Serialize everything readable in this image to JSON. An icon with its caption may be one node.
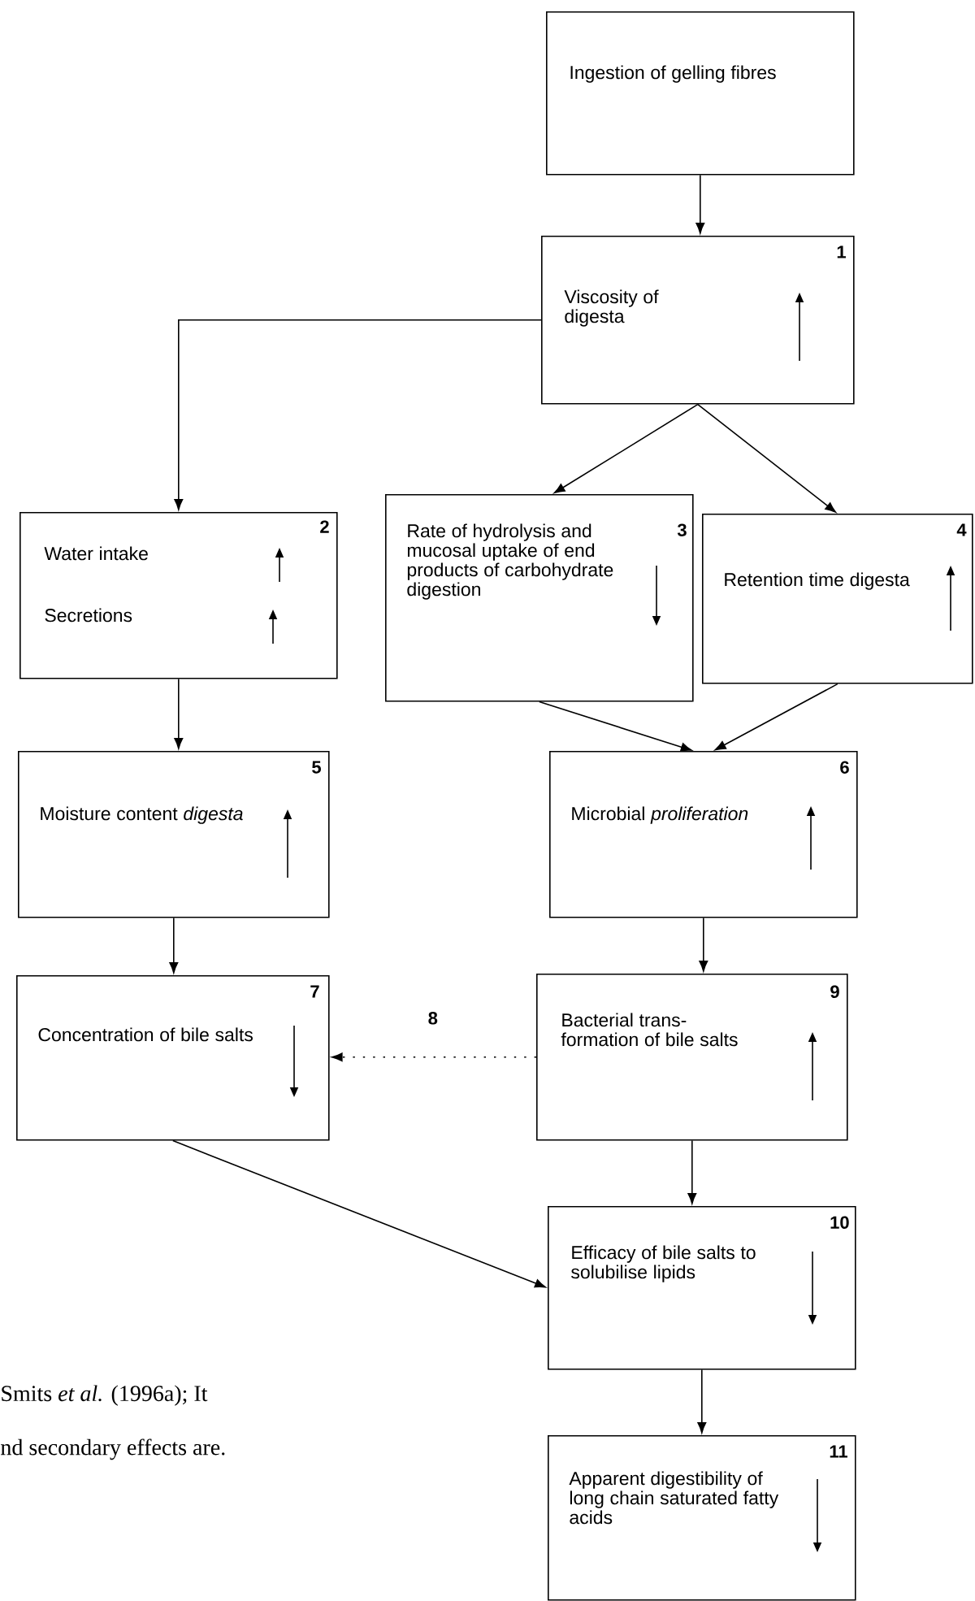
{
  "diagram": {
    "nodes": [
      {
        "text": [
          "Ingestion of gelling fibres"
        ]
      },
      {
        "text": [
          "Viscosity of digesta",
          "1"
        ]
      },
      {
        "text": [
          "Water intake",
          "Secretions",
          "2"
        ]
      },
      {
        "text": [
          "Rate of hydrolysis and mucosal uptake of end products of carbohydrate digestion",
          "3"
        ]
      },
      {
        "text": [
          "Retention time digesta",
          "4"
        ]
      },
      {
        "text": [
          "Moisture content *digesta*",
          "5"
        ]
      },
      {
        "text": [
          "Microbial *proliferation*",
          "6"
        ]
      },
      {
        "text": [
          "Concentration of bile salts",
          "7"
        ]
      },
      {
        "text": [
          "Bacterial trans-formation of bile salts",
          "9"
        ]
      },
      {
        "text": [
          "Efficacy of bile salts to solubilise lipids",
          "10"
        ]
      },
      {
        "text": [
          "Apparent digestibility of long chain saturated fatty acids",
          "11"
        ]
      }
    ],
    "edges": [
      {
        "from": 0,
        "to": 1,
        "arrow": "to"
      },
      {
        "from": 1,
        "to": 2,
        "arrow": "to"
      },
      {
        "from": 1,
        "to": 3,
        "arrow": "to"
      },
      {
        "from": 1,
        "to": 4,
        "arrow": "to"
      },
      {
        "from": 2,
        "to": 5,
        "arrow": "to"
      },
      {
        "from": 3,
        "to": 6,
        "arrow": "to"
      },
      {
        "from": 4,
        "to": 6,
        "arrow": "to"
      },
      {
        "from": 5,
        "to": 7,
        "arrow": "to"
      },
      {
        "from": 6,
        "to": 8,
        "arrow": "to"
      },
      {
        "from": 8,
        "to": 7,
        "arrow": "to",
        "label": "8",
        "style": "dashed"
      },
      {
        "from": 7,
        "to": 9,
        "arrow": "to"
      },
      {
        "from": 8,
        "to": 9,
        "arrow": "to"
      },
      {
        "from": 9,
        "to": 10,
        "arrow": "to"
      }
    ],
    "labels": [
      "Smits *et al.* (1996a); It",
      "nd secondary effects are."
    ]
  }
}
